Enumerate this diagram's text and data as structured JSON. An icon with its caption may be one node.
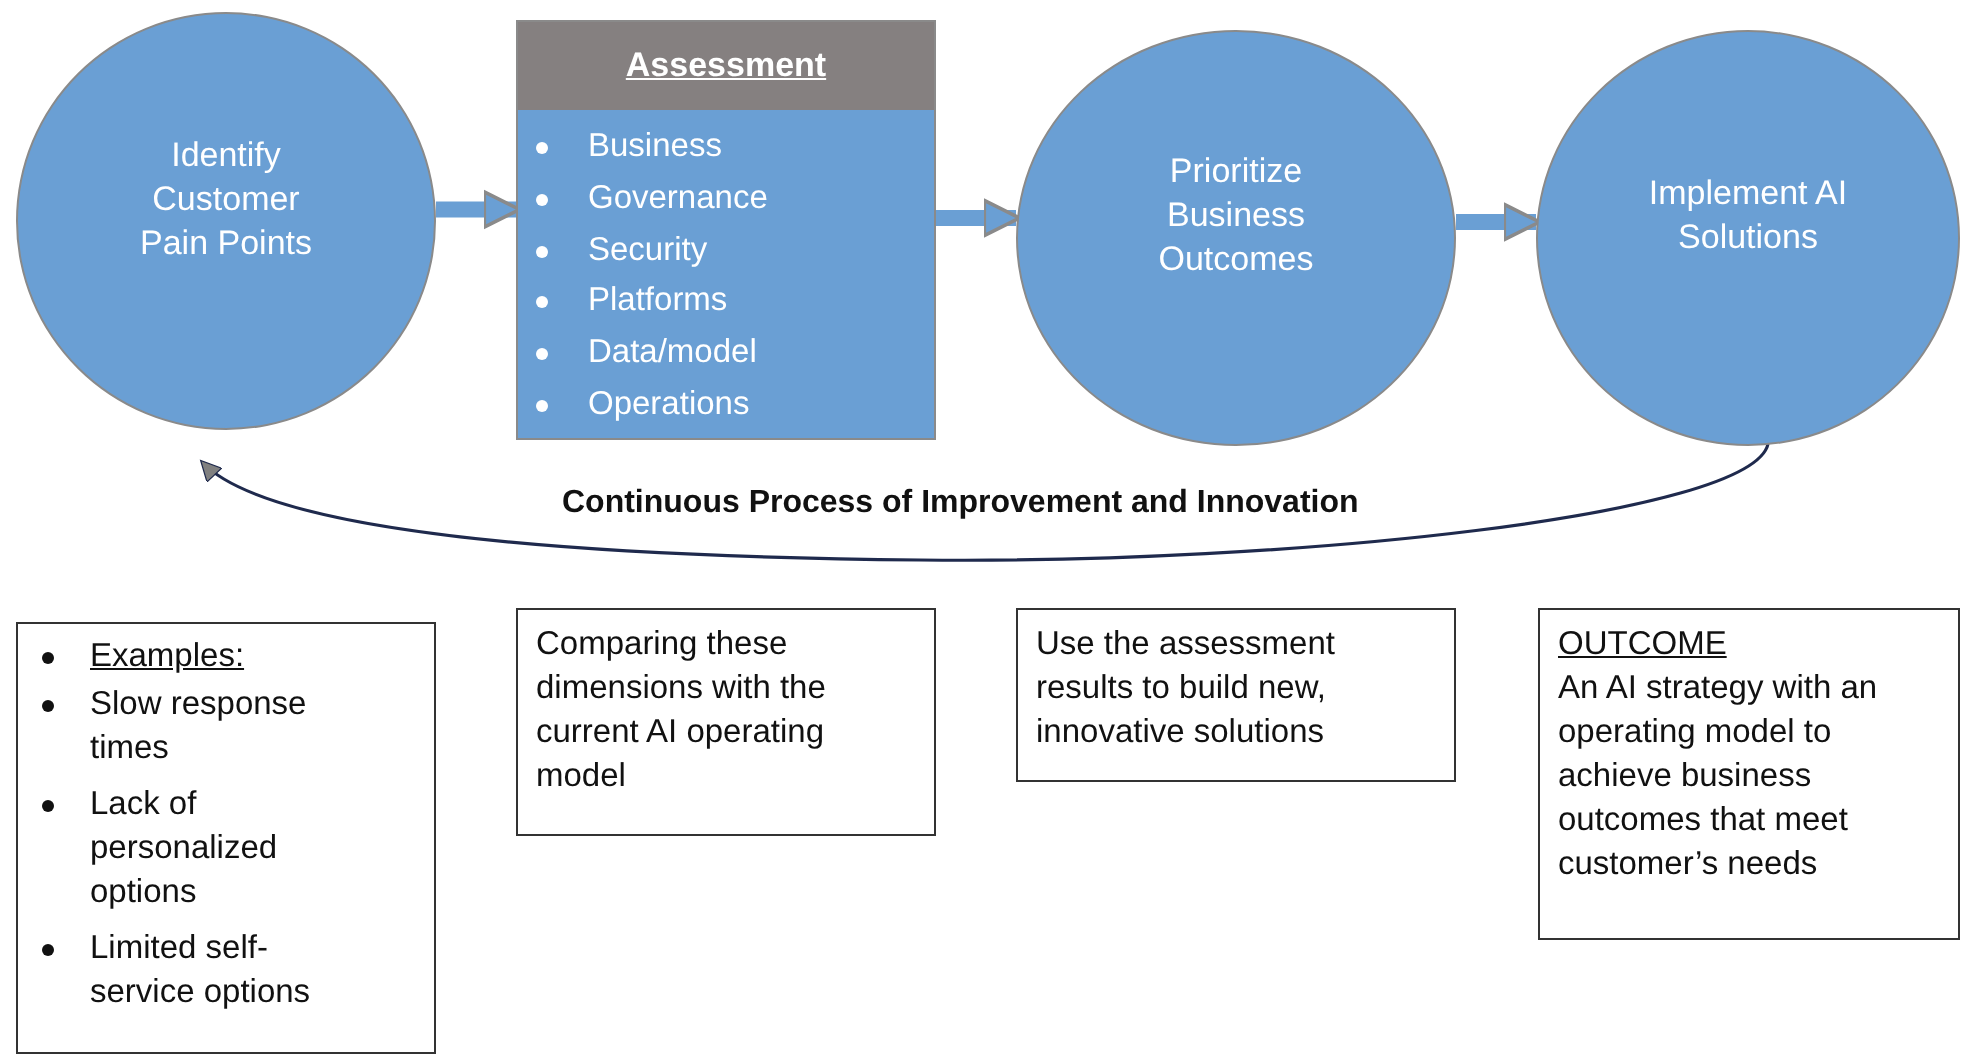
{
  "diagram": {
    "nodes": [
      {
        "text": [
          "Identify Customer Pain Points"
        ]
      },
      {
        "text": [
          "Assessment",
          "Business",
          "Governance",
          "Security",
          "Platforms",
          "Data/model",
          "Operations"
        ]
      },
      {
        "text": [
          "Prioritize Business Outcomes"
        ]
      },
      {
        "text": [
          "Implement AI Solutions"
        ]
      },
      {
        "text": [
          "Examples:",
          "Slow response times",
          "Lack of personalized options",
          "Limited self-service options"
        ]
      },
      {
        "text": [
          "Comparing these dimensions with the current AI operating model"
        ]
      },
      {
        "text": [
          "Use the assessment results to build new, innovative solutions"
        ]
      },
      {
        "text": [
          "OUTCOME",
          "An AI strategy with an operating model to achieve business outcomes that meet customer’s needs"
        ]
      }
    ],
    "edges": [
      {
        "from": 0,
        "to": 1,
        "arrow": "to"
      },
      {
        "from": 1,
        "to": 2,
        "arrow": "to"
      },
      {
        "from": 2,
        "to": 3,
        "arrow": "to"
      },
      {
        "from": 3,
        "to": 0,
        "arrow": "to",
        "label": "Continuous Process of Improvement and Innovation",
        "color": "#1f2a4d"
      }
    ]
  }
}
